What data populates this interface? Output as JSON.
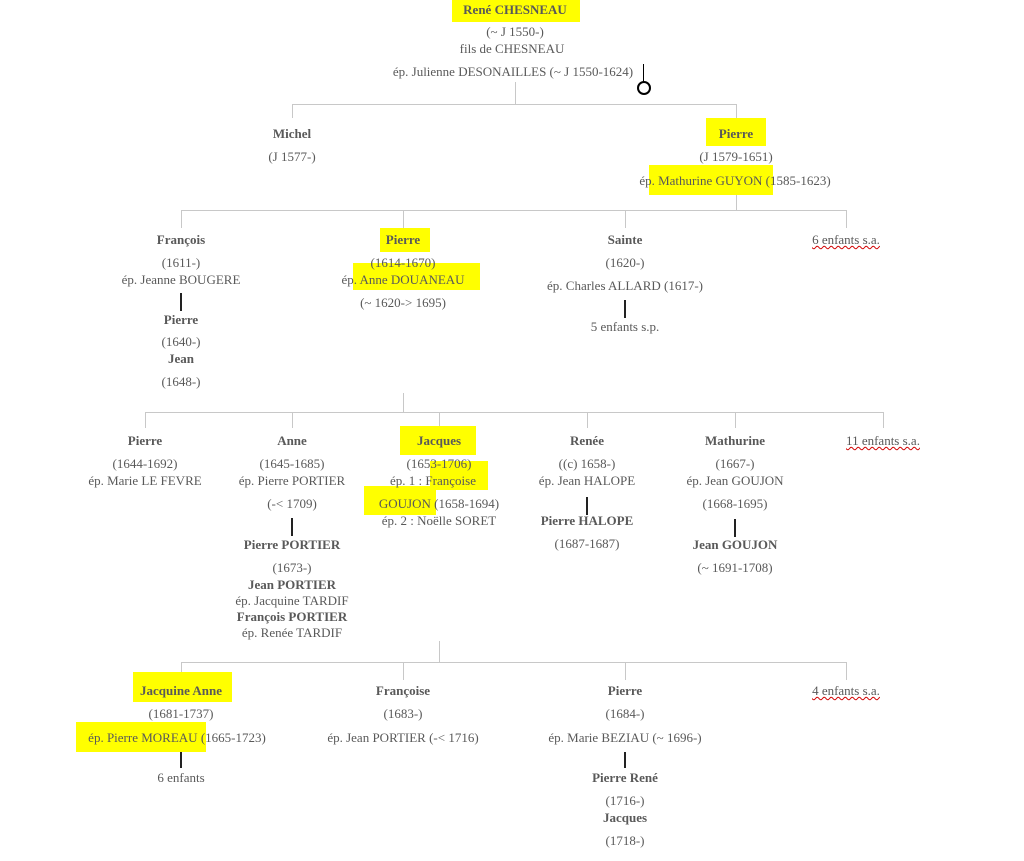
{
  "root": {
    "name": "René CHESNEAU",
    "dates": "(~ J 1550-)",
    "parent": "fils de  CHESNEAU",
    "spouse": "ép. Julienne DESONAILLES (~ J 1550-1624)"
  },
  "gen1": [
    {
      "name": "Michel",
      "dates": "(J 1577-)"
    },
    {
      "name": "Pierre",
      "dates": "(J 1579-1651)",
      "spouse": "ép. Mathurine GUYON (1585-1623)"
    }
  ],
  "gen2": [
    {
      "name": "François",
      "dates": "(1611-)",
      "spouse": "ép. Jeanne BOUGERE",
      "children": [
        {
          "name": "Pierre",
          "dates": "(1640-)"
        },
        {
          "name": "Jean",
          "dates": "(1648-)"
        }
      ]
    },
    {
      "name": "Pierre",
      "dates": "(1614-1670)",
      "spouse": "ép. Anne DOUANEAU",
      "spouse_dates": "(~ 1620-> 1695)"
    },
    {
      "name": "Sainte",
      "dates": "(1620-)",
      "spouse": "ép. Charles ALLARD (1617-)",
      "children_note": "5 enfants s.p."
    },
    {
      "note": "6 enfants s.a."
    }
  ],
  "gen3": [
    {
      "name": "Pierre",
      "dates": "(1644-1692)",
      "spouse": "ép. Marie LE FEVRE"
    },
    {
      "name": "Anne",
      "dates": "(1645-1685)",
      "spouse": "ép. Pierre PORTIER",
      "spouse_dates": "(-< 1709)",
      "children": [
        {
          "name": "Pierre PORTIER",
          "dates": "(1673-)"
        },
        {
          "name": "Jean PORTIER",
          "spouse": "ép. Jacquine TARDIF"
        },
        {
          "name": "François PORTIER",
          "spouse": "ép. Renée TARDIF"
        }
      ]
    },
    {
      "name": "Jacques",
      "dates": "(1653-1706)",
      "spouse1a": "ép. 1 :  Françoise",
      "spouse1b": "GOUJON (1658-1694)",
      "spouse2": "ép. 2 :  Noëlle SORET"
    },
    {
      "name": "Renée",
      "dates": "((c) 1658-)",
      "spouse": "ép. Jean HALOPE",
      "children": [
        {
          "name": "Pierre HALOPE",
          "dates": "(1687-1687)"
        }
      ]
    },
    {
      "name": "Mathurine",
      "dates": "(1667-)",
      "spouse": "ép. Jean GOUJON",
      "spouse_dates": "(1668-1695)",
      "children": [
        {
          "name": "Jean GOUJON",
          "dates": "(~ 1691-1708)"
        }
      ]
    },
    {
      "note": "11 enfants s.a."
    }
  ],
  "gen4": [
    {
      "name": "Jacquine Anne",
      "dates": "(1681-1737)",
      "spouse": "ép. Pierre MOREAU (1665-1723)",
      "children_note": "6 enfants"
    },
    {
      "name": "Françoise",
      "dates": "(1683-)",
      "spouse": "ép. Jean PORTIER (-< 1716)"
    },
    {
      "name": "Pierre",
      "dates": "(1684-)",
      "spouse": "ép. Marie BEZIAU (~ 1696-)",
      "children": [
        {
          "name": "Pierre René",
          "dates": "(1716-)"
        },
        {
          "name": "Jacques",
          "dates": "(1718-)"
        }
      ]
    },
    {
      "note": "4 enfants s.a."
    }
  ],
  "colors": {
    "highlight": "#ffff00",
    "text": "#595959",
    "connector": "#c8c8c8"
  }
}
